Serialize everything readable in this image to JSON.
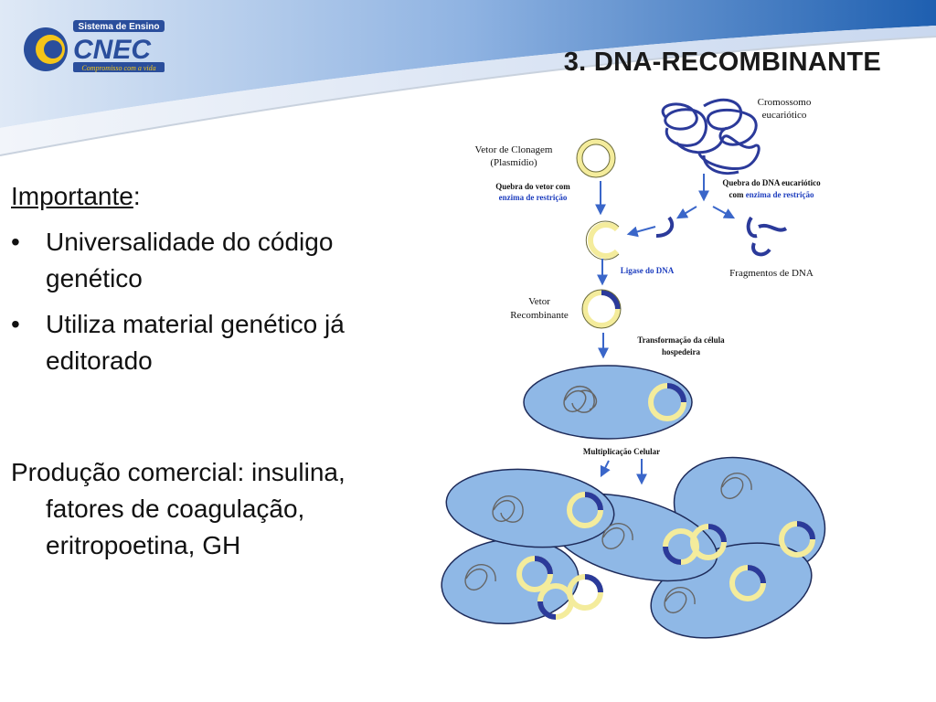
{
  "logo": {
    "top_text": "Sistema de Ensino",
    "brand": "CNEC",
    "tagline": "Compromisso com a vida"
  },
  "title": "3. DNA-RECOMBINANTE",
  "text": {
    "importante_label": "Importante",
    "importante_colon": ":",
    "bullets": [
      "Universalidade do código genético",
      "Utiliza material genético já editorado"
    ],
    "producao": "Produção comercial: insulina, fatores de coagulação, eritropoetina, GH"
  },
  "diagram": {
    "cromossomo_line1": "Cromossomo",
    "cromossomo_line2": "eucariótico",
    "vetor_line1": "Vetor de Clonagem",
    "vetor_line2": "(Plasmídio)",
    "quebra_vetor_line1": "Quebra do vetor com",
    "quebra_vetor_line2": "enzima de restrição",
    "quebra_dna_line1": "Quebra do DNA eucariótico",
    "quebra_dna_line2_a": "com ",
    "quebra_dna_line2_b": "enzima de restrição",
    "ligase": "Ligase do DNA",
    "fragmentos": "Fragmentos de DNA",
    "recomb_line1": "Vetor",
    "recomb_line2": "Recombinante",
    "transf_line1": "Transformação da célula",
    "transf_line2": "hospedeira",
    "multiplicacao": "Multiplicação Celular"
  },
  "colors": {
    "banner_blue": "#1e5fb0",
    "cell_fill": "#8fb8e6",
    "plasmid_yellow": "#f4ec9c",
    "dna_dark_blue": "#2b3a9a",
    "arrow_blue": "#3a66c9"
  }
}
